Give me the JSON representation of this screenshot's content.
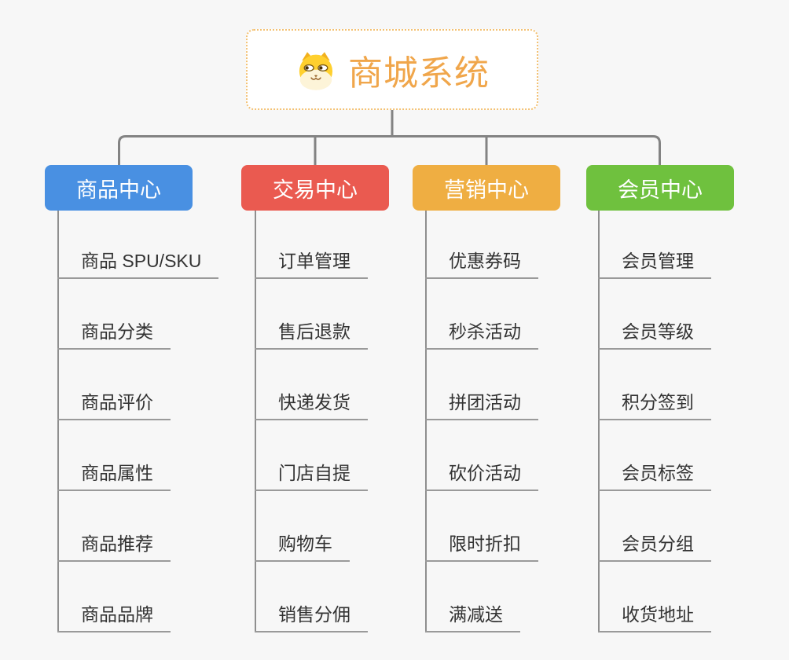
{
  "diagram": {
    "root": {
      "label": "商城系统",
      "icon": "dog-face-icon",
      "text_color": "#F0A64B",
      "border_color": "#F3C173"
    },
    "branches": [
      {
        "label": "商品中心",
        "color": "#4990E2",
        "items": [
          "商品 SPU/SKU",
          "商品分类",
          "商品评价",
          "商品属性",
          "商品推荐",
          "商品品牌"
        ]
      },
      {
        "label": "交易中心",
        "color": "#EA5A50",
        "items": [
          "订单管理",
          "售后退款",
          "快递发货",
          "门店自提",
          "购物车",
          "销售分佣"
        ]
      },
      {
        "label": "营销中心",
        "color": "#EFAE42",
        "items": [
          "优惠券码",
          "秒杀活动",
          "拼团活动",
          "砍价活动",
          "限时折扣",
          "满减送"
        ]
      },
      {
        "label": "会员中心",
        "color": "#6FC13E",
        "items": [
          "会员管理",
          "会员等级",
          "积分签到",
          "会员标签",
          "会员分组",
          "收货地址"
        ]
      }
    ],
    "colors": {
      "background": "#F7F7F7",
      "connector": "#838383",
      "leaf_line": "#9A9A9A",
      "leaf_text": "#333333",
      "header_text": "#FFFFFF"
    }
  }
}
